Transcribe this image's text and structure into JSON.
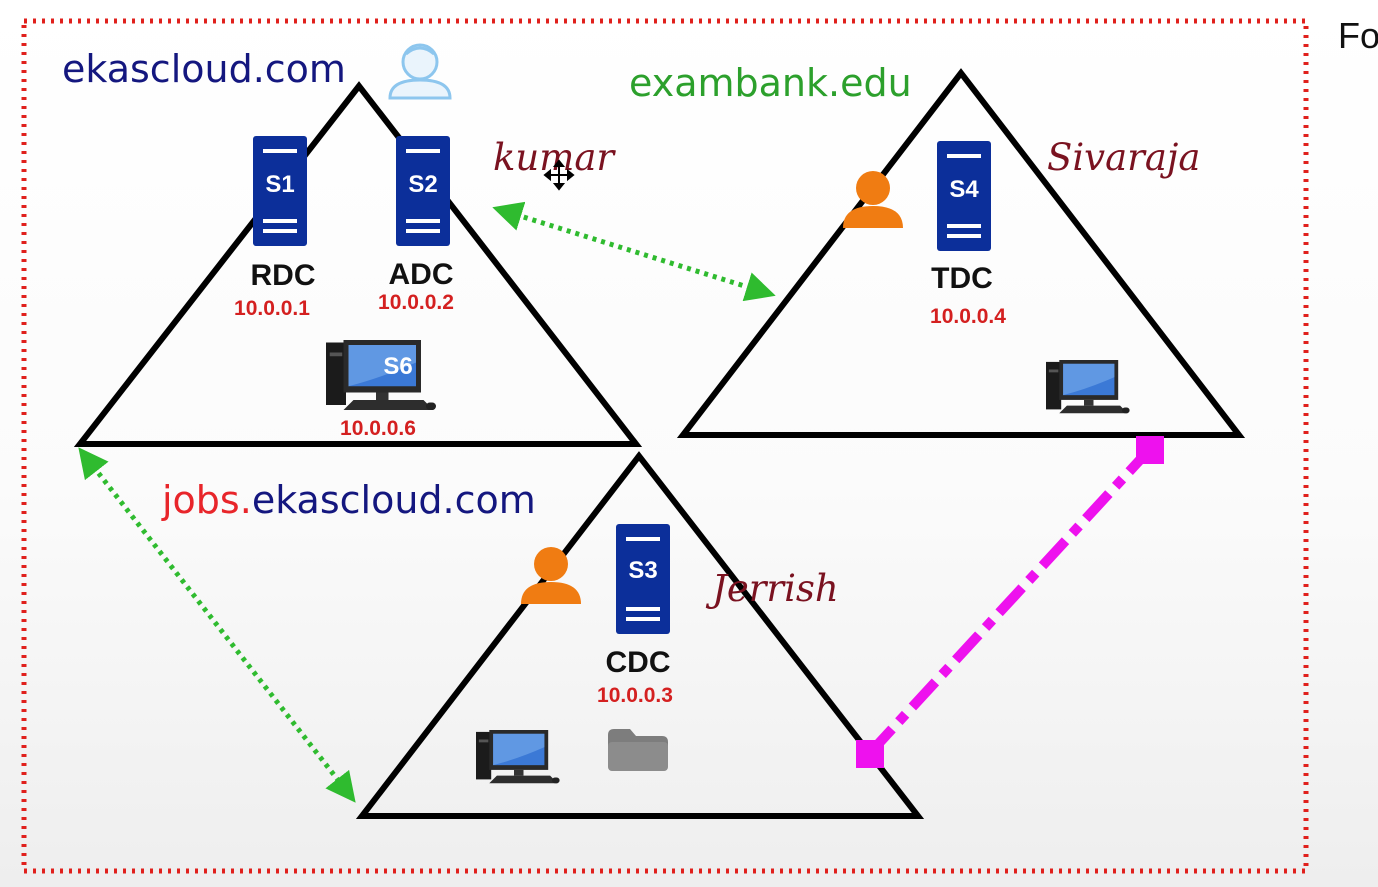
{
  "colors": {
    "triangle_stroke": "#000000",
    "forest_border": "#e0201c",
    "trust_dotted": "#2fbb2f",
    "trust_dashdot": "#ee11ee",
    "server_blue": "#0c2f9a",
    "ip_red": "#d42020",
    "person_orange": "#f07c12",
    "admin_blue": "#8dc6ee",
    "domain_navy": "#14177f",
    "domain_green": "#2ca02c",
    "domain_red": "#e8252a",
    "name_maroon": "#7a1220"
  },
  "corner_text": "Fo",
  "domains": {
    "root": "ekascloud.com",
    "tree": "exambank.edu",
    "child_prefix": "jobs.",
    "child_suffix": "ekascloud.com"
  },
  "people": {
    "root_user": "kumar",
    "tree_user": "Sivaraja",
    "child_user": "Jerrish"
  },
  "servers": {
    "s1": {
      "id": "S1",
      "role": "RDC",
      "ip": "10.0.0.1"
    },
    "s2": {
      "id": "S2",
      "role": "ADC",
      "ip": "10.0.0.2"
    },
    "s4": {
      "id": "S4",
      "role": "TDC",
      "ip": "10.0.0.4"
    },
    "s3": {
      "id": "S3",
      "role": "CDC",
      "ip": "10.0.0.3"
    },
    "s6": {
      "id": "S6",
      "ip": "10.0.0.6"
    }
  },
  "icons": [
    "admin-user-icon",
    "server-icon",
    "desktop-computer-icon",
    "person-icon",
    "folder-icon",
    "move-cursor-icon"
  ]
}
